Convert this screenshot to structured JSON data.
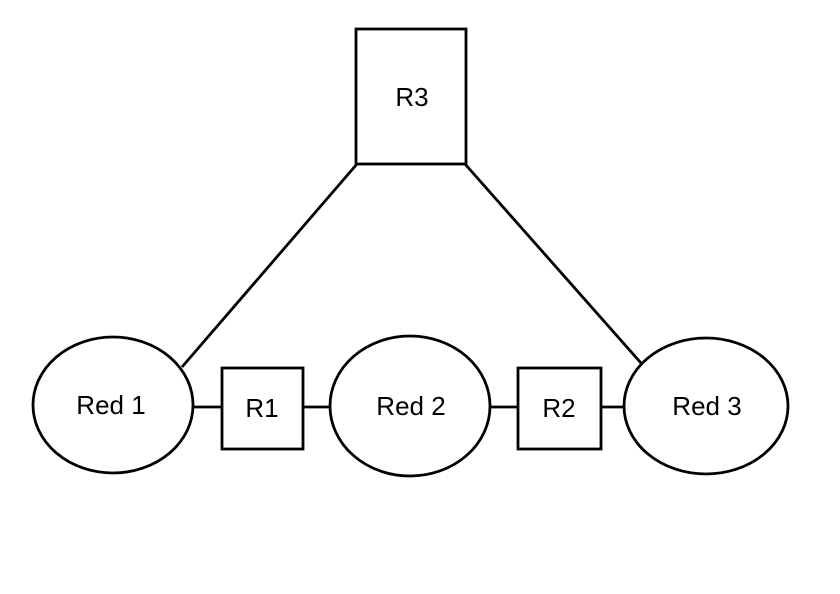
{
  "diagram": {
    "colors": {
      "background": "#ffffff",
      "stroke": "#000000",
      "text": "#000000"
    },
    "nodes": {
      "r3": {
        "label": "R3",
        "shape": "rectangle"
      },
      "red1": {
        "label": "Red 1",
        "shape": "ellipse"
      },
      "r1": {
        "label": "R1",
        "shape": "rectangle"
      },
      "red2": {
        "label": "Red 2",
        "shape": "ellipse"
      },
      "r2": {
        "label": "R2",
        "shape": "rectangle"
      },
      "red3": {
        "label": "Red 3",
        "shape": "ellipse"
      }
    },
    "edges": [
      {
        "from": "R3",
        "to": "Red 1"
      },
      {
        "from": "R3",
        "to": "Red 3"
      },
      {
        "from": "Red 1",
        "to": "R1"
      },
      {
        "from": "R1",
        "to": "Red 2"
      },
      {
        "from": "Red 2",
        "to": "R2"
      },
      {
        "from": "R2",
        "to": "Red 3"
      }
    ]
  }
}
